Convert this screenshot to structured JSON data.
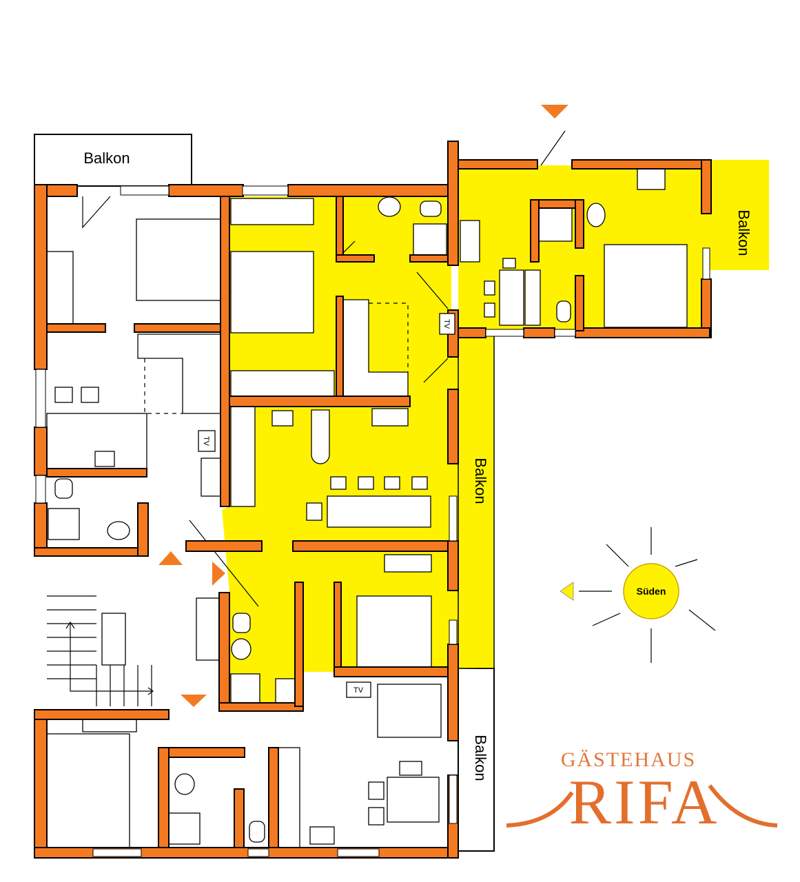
{
  "labels": {
    "balkon_top_left": "Balkon",
    "balkon_right_top": "Balkon",
    "balkon_center": "Balkon",
    "balkon_bottom": "Balkon",
    "tv": "TV",
    "compass": "Süden"
  },
  "logo": {
    "line1": "GÄSTEHAUS",
    "line2": "RIFA"
  },
  "colors": {
    "wall": "#f47a22",
    "highlight": "#fff200",
    "logo": "#e36f2d"
  }
}
